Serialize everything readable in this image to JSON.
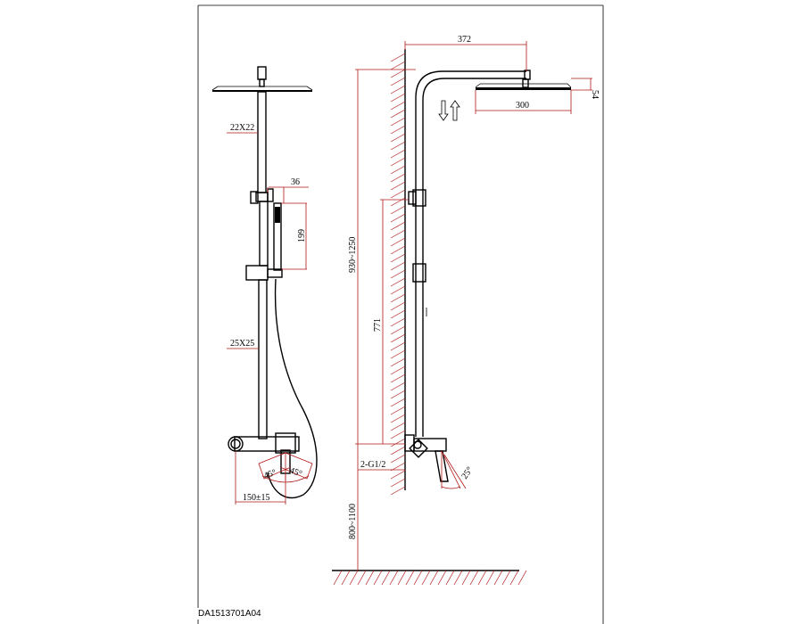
{
  "drawing_code": "DA1513701A04",
  "colors": {
    "outline": "#000000",
    "dimension": "#b01818",
    "background": "#ffffff"
  },
  "front_view": {
    "pipe_upper_section": "22X22",
    "pipe_lower_section": "25X25",
    "holder_width": "36",
    "hand_shower_length": "199",
    "handle_angle_left": "45°",
    "handle_angle_right": "45°",
    "inlet_spacing": "150±15"
  },
  "side_view": {
    "arm_reach": "372",
    "head_width": "300",
    "head_thickness": "54",
    "height_adjust_range": "930~1250",
    "slider_height": "771",
    "inlet_thread": "2-G1/2",
    "mount_height_range": "800~1100",
    "lever_angle": "25°"
  }
}
